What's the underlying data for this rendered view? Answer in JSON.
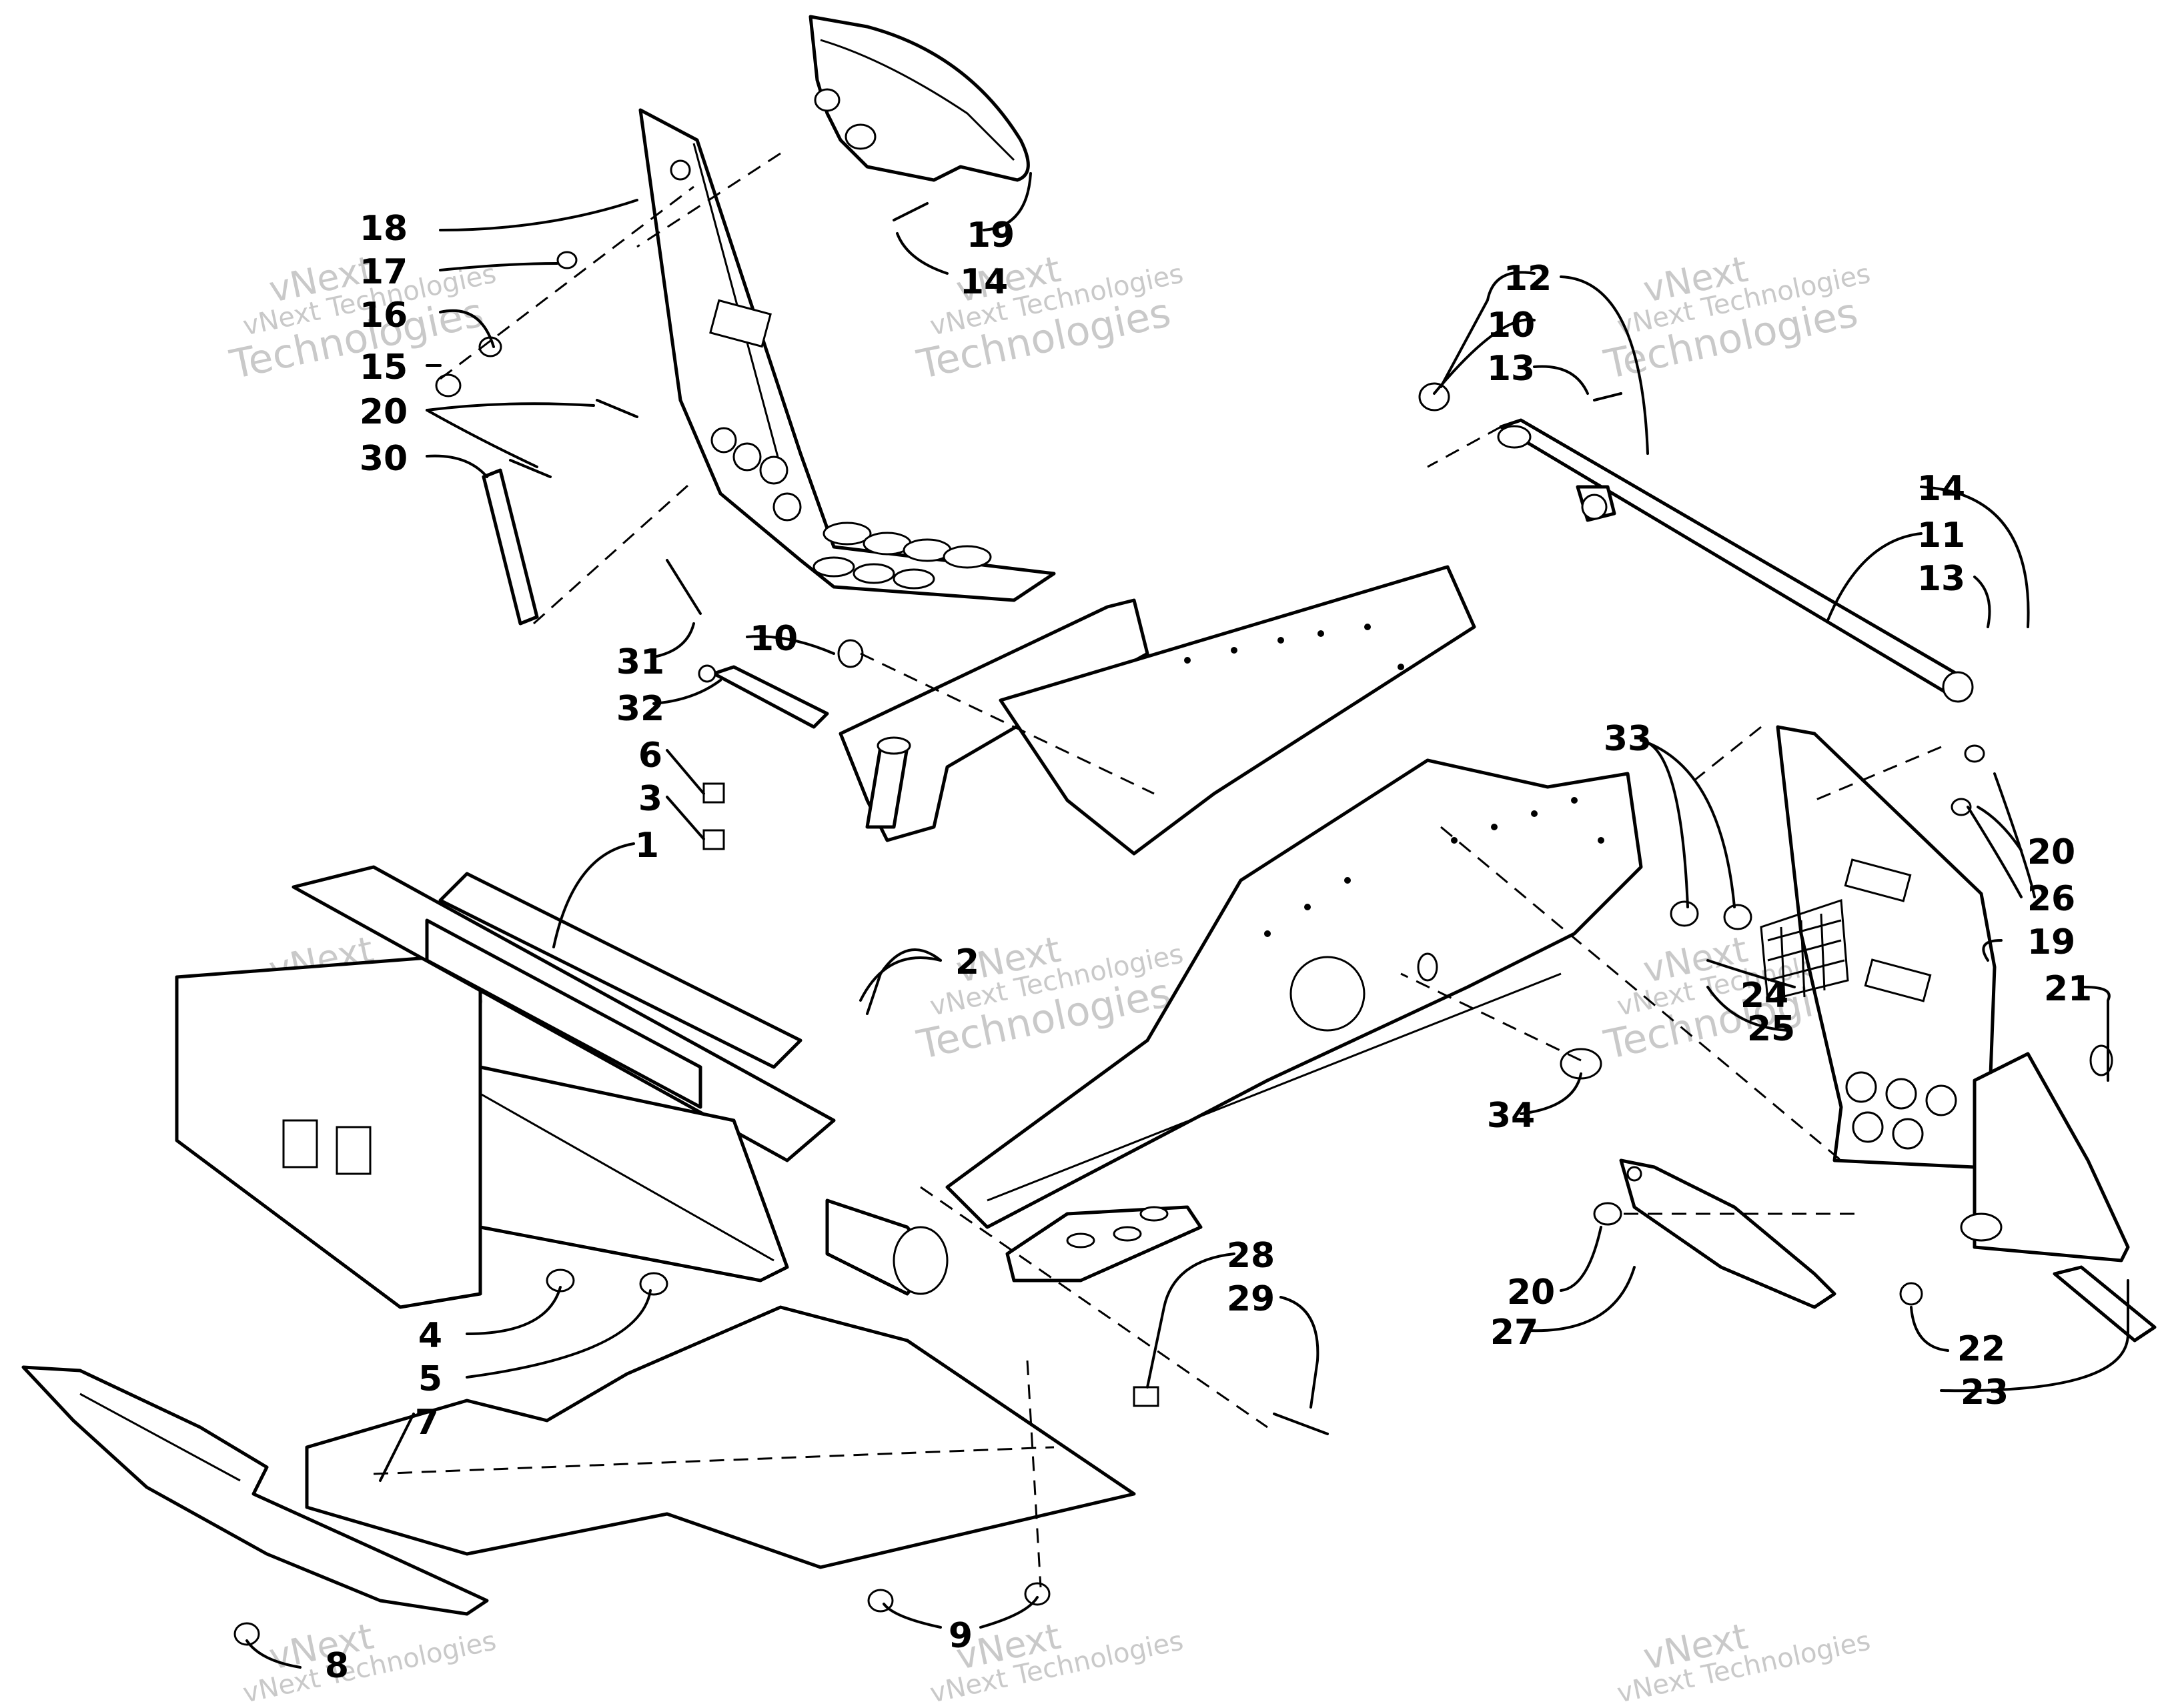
{
  "callouts": [
    "1",
    "2",
    "3",
    "4",
    "5",
    "6",
    "7",
    "8",
    "9",
    "10",
    "10",
    "11",
    "12",
    "13",
    "13",
    "14",
    "14",
    "15",
    "16",
    "17",
    "18",
    "19",
    "19",
    "20",
    "20",
    "20",
    "21",
    "22",
    "23",
    "24",
    "25",
    "26",
    "27",
    "28",
    "29",
    "30",
    "31",
    "32",
    "33",
    "34"
  ],
  "watermark": {
    "line1": "vNext",
    "line2": "vNext Technologies",
    "line3": "Technologies"
  }
}
